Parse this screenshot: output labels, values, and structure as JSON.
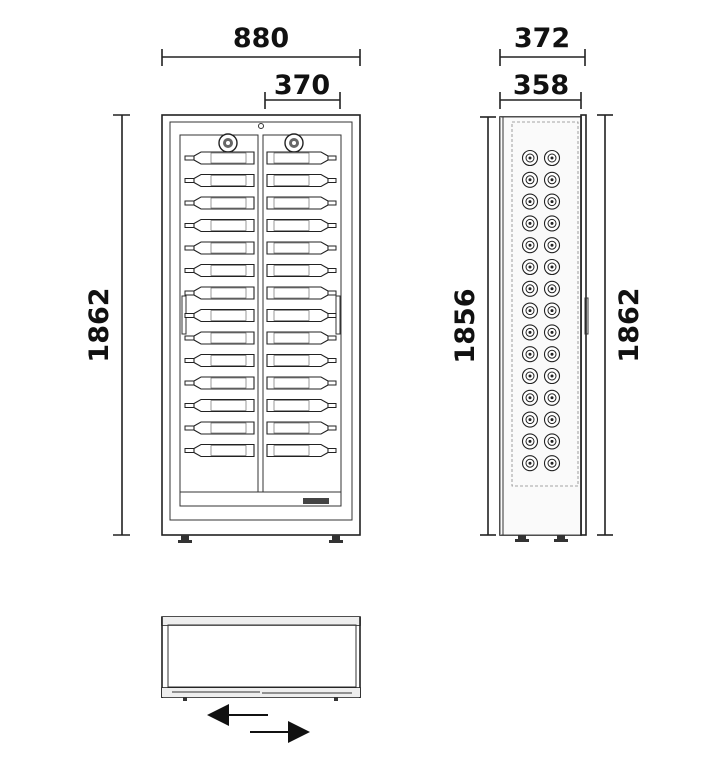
{
  "dimensions": {
    "front_width": "880",
    "door_width": "370",
    "front_height": "1862",
    "side_depth_total": "372",
    "side_depth_cabinet": "358",
    "side_height_inner": "1856",
    "side_height_total": "1862"
  },
  "views": {
    "front": {
      "bottle_rows": 14,
      "columns": 2
    },
    "side": {
      "bottle_rows": 15,
      "columns": 2
    },
    "top": {
      "door_type": "sliding"
    }
  },
  "colors": {
    "line": "#222222",
    "background": "#ffffff",
    "fill_light": "#eeeeee"
  }
}
